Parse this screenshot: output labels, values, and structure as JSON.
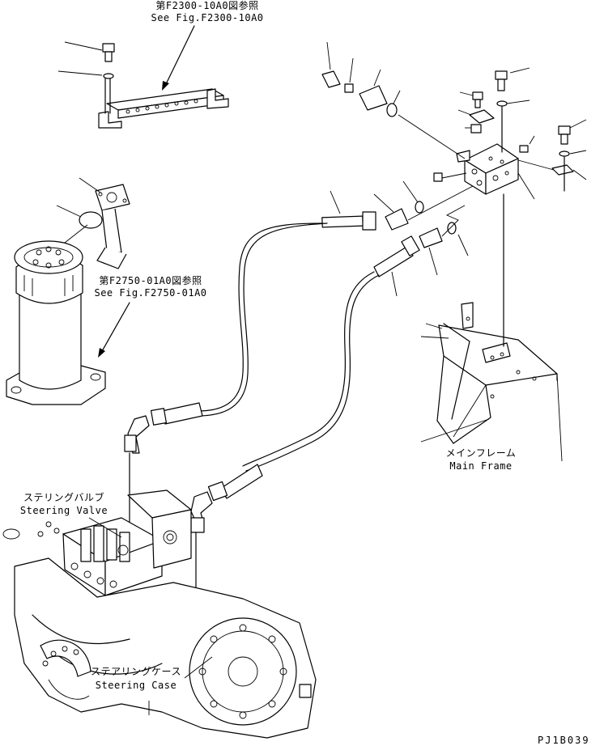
{
  "labels": {
    "ref_f2300_jp": "第F2300-10A0図参照",
    "ref_f2300_en": "See Fig.F2300-10A0",
    "ref_f2750_jp": "第F2750-01A0図参照",
    "ref_f2750_en": "See Fig.F2750-01A0",
    "main_frame_jp": "メインフレーム",
    "main_frame_en": "Main Frame",
    "steering_valve_jp": "ステリングバルブ",
    "steering_valve_en": "Steering Valve",
    "steering_case_jp": "ステアリングケース",
    "steering_case_en": "Steering Case",
    "drawing_code": "PJ1B039"
  }
}
